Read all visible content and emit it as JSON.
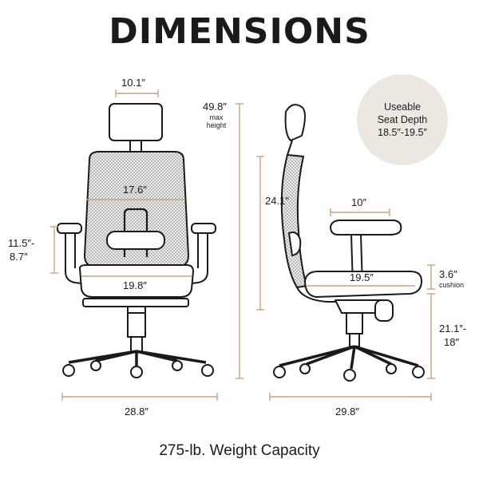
{
  "title": "DIMENSIONS",
  "front": {
    "headrest_width": "10.1″",
    "max_height": "49.8″",
    "max_height_note_1": "max",
    "max_height_note_2": "height",
    "back_width": "17.6″",
    "armrest_range_1": "11.5″-",
    "armrest_range_2": "8.7″",
    "seat_width": "19.8″",
    "base_width": "28.8″"
  },
  "side": {
    "back_height": "24.1″",
    "arm_depth": "10″",
    "seat_depth": "19.5″",
    "cushion_thickness": "3.6″",
    "cushion_label": "cushion",
    "seat_height_1": "21.1″-",
    "seat_height_2": "18″",
    "base_depth": "29.8″"
  },
  "badge": {
    "line1": "Useable",
    "line2": "Seat Depth",
    "line3": "18.5″-19.5″"
  },
  "footer": "275-lb. Weight Capacity",
  "colors": {
    "dimension_line": "#c9a47c",
    "badge_bg": "#ece8e1",
    "ink": "#1a1a1a"
  }
}
